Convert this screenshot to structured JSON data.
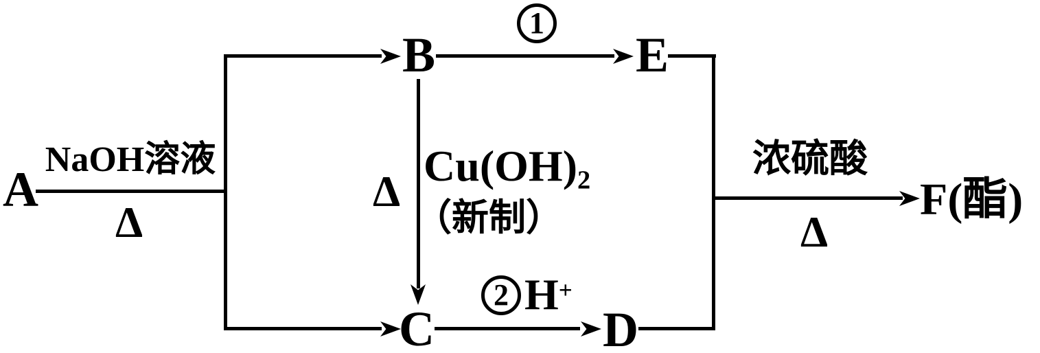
{
  "colors": {
    "ink": "#000000",
    "background": "#ffffff"
  },
  "nodes": {
    "a": "A",
    "b": "B",
    "c": "C",
    "d": "D",
    "e": "E",
    "f": "F(酯)"
  },
  "reactions": {
    "a_to_branch": {
      "reagent": "NaOH溶液",
      "condition": "Δ"
    },
    "b_to_e": {
      "step": "1"
    },
    "b_to_c": {
      "condition": "Δ",
      "reagent_main": "Cu(OH)",
      "reagent_sub": "2",
      "reagent_note": "（新制）"
    },
    "c_to_d": {
      "step": "2",
      "reagent_main": "H",
      "reagent_sup": "+"
    },
    "ed_to_f": {
      "reagent": "浓硫酸",
      "condition": "Δ"
    }
  }
}
